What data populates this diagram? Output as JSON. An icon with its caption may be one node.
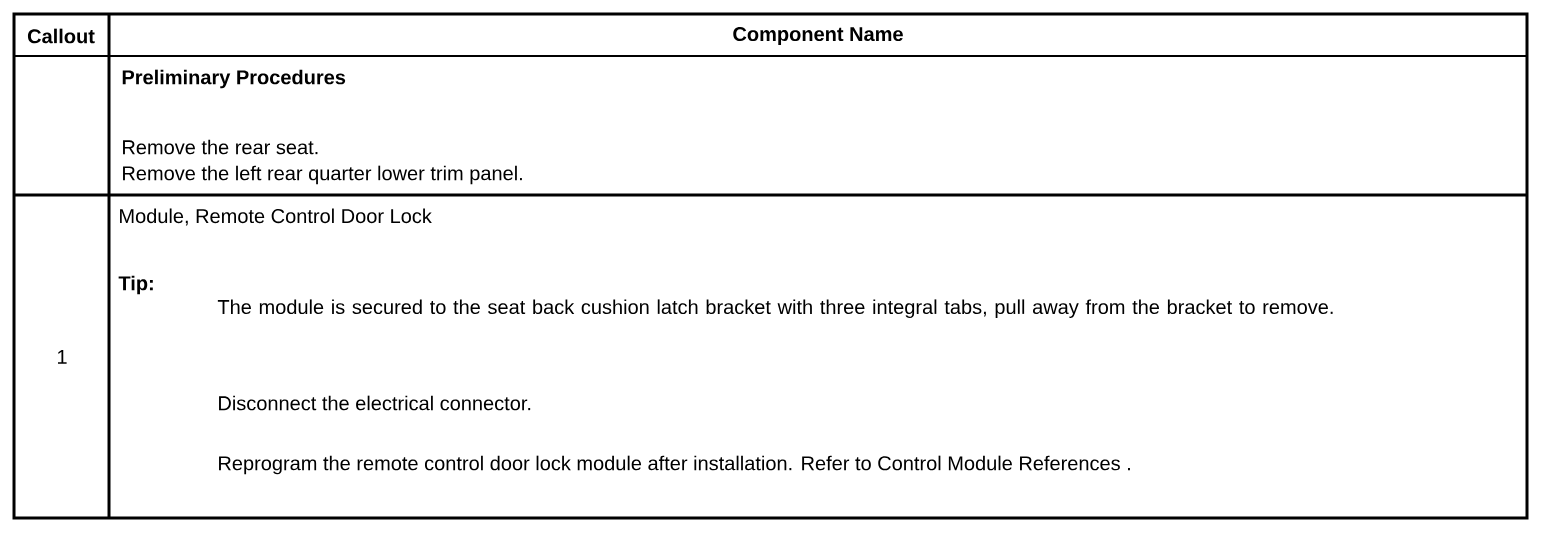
{
  "diagram": {
    "labels": [
      "Callout",
      "Component Name",
      "Preliminary Procedures",
      "Remove the rear seat.",
      "Remove the left rear quarter lower trim panel.",
      "1",
      "Module, Remote Control Door Lock",
      "Tip:",
      "The module is secured to the seat back cushion latch bracket with three integral tabs, pull away from the bracket to remove.",
      "Disconnect the electrical connector.",
      "Reprogram the remote control door lock module after installation. Refer to Control Module References ."
    ]
  }
}
